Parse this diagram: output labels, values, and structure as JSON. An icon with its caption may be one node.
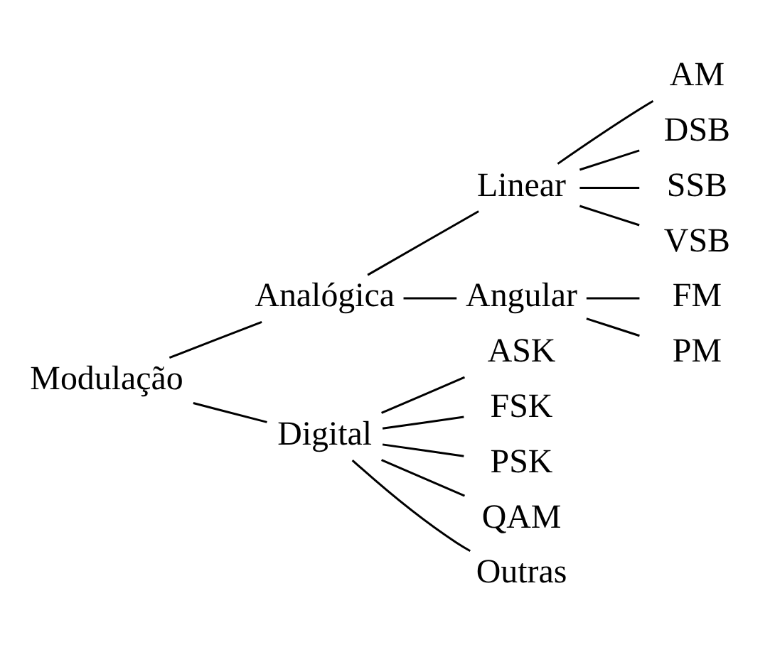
{
  "diagram": {
    "nodes": [
      {
        "text": [
          "Modulação"
        ]
      },
      {
        "text": [
          "Analógica"
        ]
      },
      {
        "text": [
          "Digital"
        ]
      },
      {
        "text": [
          "Linear"
        ]
      },
      {
        "text": [
          "Angular"
        ]
      },
      {
        "text": [
          "AM"
        ]
      },
      {
        "text": [
          "DSB"
        ]
      },
      {
        "text": [
          "SSB"
        ]
      },
      {
        "text": [
          "VSB"
        ]
      },
      {
        "text": [
          "FM"
        ]
      },
      {
        "text": [
          "PM"
        ]
      },
      {
        "text": [
          "ASK"
        ]
      },
      {
        "text": [
          "FSK"
        ]
      },
      {
        "text": [
          "PSK"
        ]
      },
      {
        "text": [
          "QAM"
        ]
      },
      {
        "text": [
          "Outras"
        ]
      }
    ],
    "edges": [
      {
        "from": 0,
        "to": 1,
        "arrow": "none"
      },
      {
        "from": 0,
        "to": 2,
        "arrow": "none"
      },
      {
        "from": 1,
        "to": 3,
        "arrow": "none"
      },
      {
        "from": 1,
        "to": 4,
        "arrow": "none"
      },
      {
        "from": 3,
        "to": 5,
        "arrow": "none"
      },
      {
        "from": 3,
        "to": 6,
        "arrow": "none"
      },
      {
        "from": 3,
        "to": 7,
        "arrow": "none"
      },
      {
        "from": 3,
        "to": 8,
        "arrow": "none"
      },
      {
        "from": 4,
        "to": 9,
        "arrow": "none"
      },
      {
        "from": 4,
        "to": 10,
        "arrow": "none"
      },
      {
        "from": 2,
        "to": 11,
        "arrow": "none"
      },
      {
        "from": 2,
        "to": 12,
        "arrow": "none"
      },
      {
        "from": 2,
        "to": 13,
        "arrow": "none"
      },
      {
        "from": 2,
        "to": 14,
        "arrow": "none"
      },
      {
        "from": 2,
        "to": 15,
        "arrow": "none"
      }
    ]
  }
}
